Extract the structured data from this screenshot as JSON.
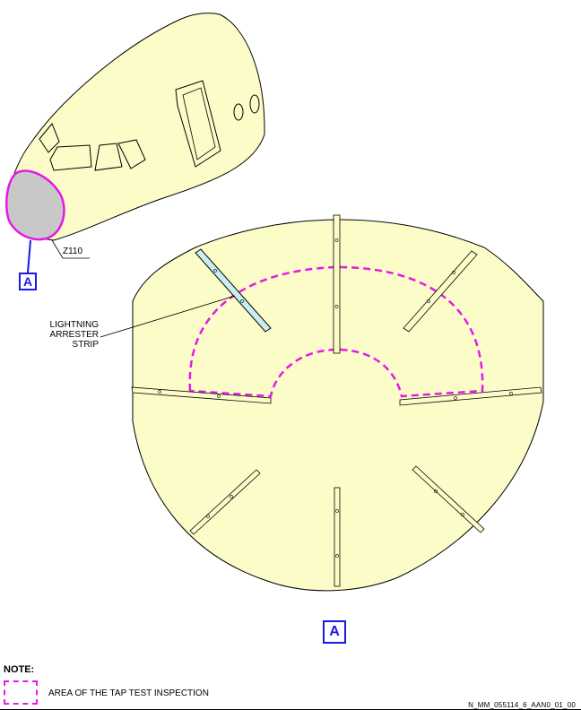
{
  "zone_label": "Z110",
  "view_label_small": "A",
  "view_label_large": "A",
  "strip_label_lines": [
    "LIGHTNING",
    "ARRESTER",
    "STRIP"
  ],
  "note_title": "NOTE:",
  "legend_text": "AREA OF THE TAP TEST INSPECTION",
  "drawing_id": "N_MM_055114_6_AAN0_01_00",
  "colors": {
    "fuselage_fill": "#fcfcc8",
    "radome_fill": "#c8c8c8",
    "inspection_area": "#e619e6",
    "callout": "#1a1ae6",
    "strip_fill": "#c8eef0"
  }
}
